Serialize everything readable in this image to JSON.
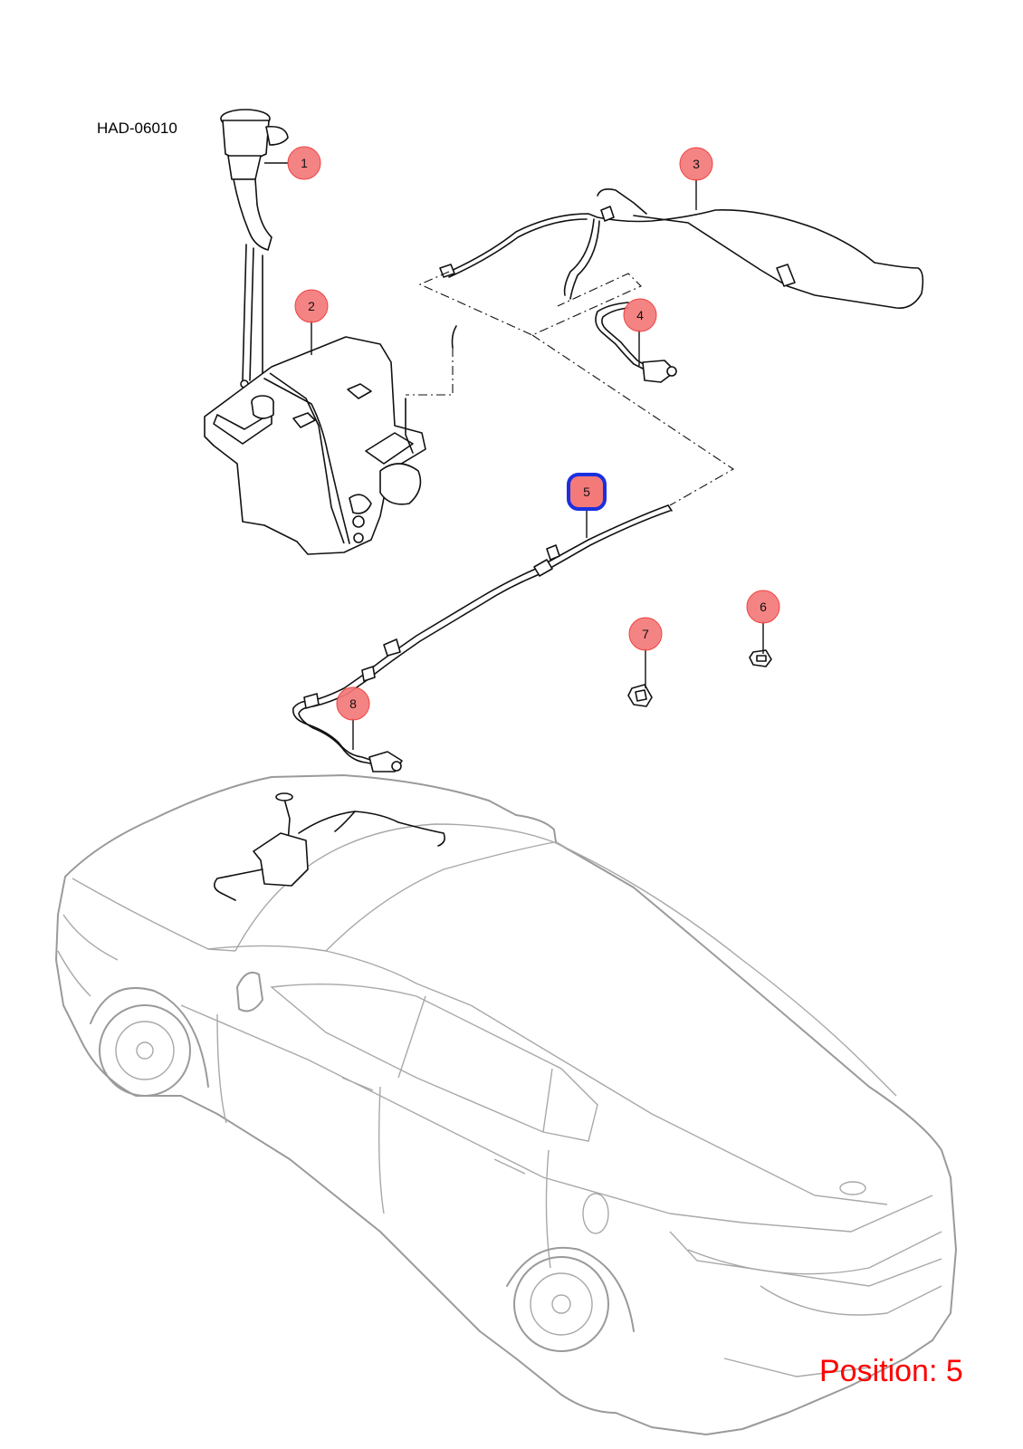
{
  "diagram": {
    "code": "HAD-06010",
    "position_label": "Position: 5",
    "selected_callout": "5"
  },
  "callouts": [
    {
      "number": "1"
    },
    {
      "number": "2"
    },
    {
      "number": "3"
    },
    {
      "number": "4"
    },
    {
      "number": "5",
      "selected": true
    },
    {
      "number": "6"
    },
    {
      "number": "7"
    },
    {
      "number": "8"
    }
  ],
  "colors": {
    "callout_fill": "#f47a7a",
    "selected_outline": "#1a2fe0",
    "position_text": "#ff0000",
    "car_outline": "#9a9a9a"
  }
}
